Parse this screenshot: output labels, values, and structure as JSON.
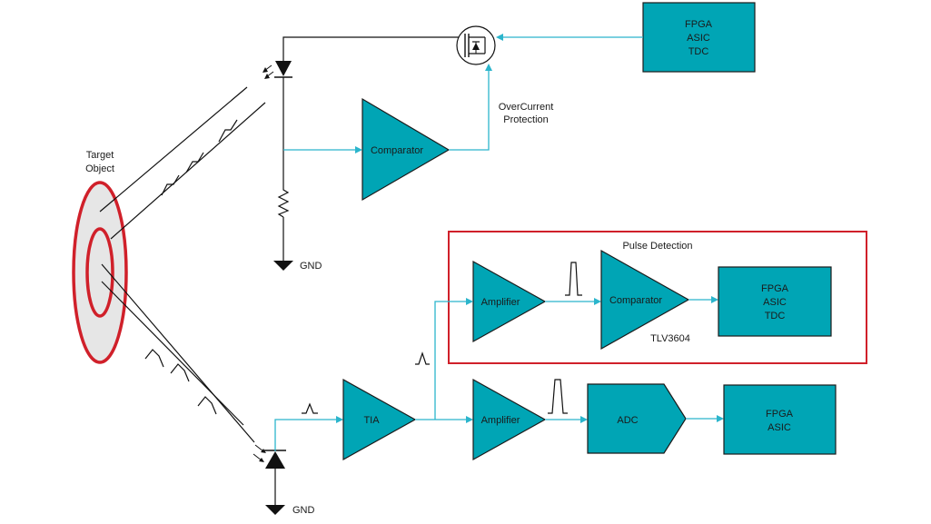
{
  "labels": {
    "target_line1": "Target",
    "target_line2": "Object",
    "overcurrent_line1": "OverCurrent",
    "overcurrent_line2": "Protection",
    "pulse_detection": "Pulse Detection",
    "tlv": "TLV3604",
    "gnd_top": "GND",
    "gnd_bottom": "GND"
  },
  "blocks": {
    "fpga_top": [
      "FPGA",
      "ASIC",
      "TDC"
    ],
    "comparator_top": "Comparator",
    "amplifier_pulse": "Amplifier",
    "comparator_pulse": "Comparator",
    "fpga_pulse": [
      "FPGA",
      "ASIC",
      "TDC"
    ],
    "tia": "TIA",
    "amplifier_bottom": "Amplifier",
    "adc": "ADC",
    "fpga_bottom": [
      "FPGA",
      "ASIC"
    ]
  },
  "colors": {
    "block_fill": "#00a5b5",
    "signal_line": "#2bb5cc",
    "target_ring": "#d0202a",
    "highlight_box": "#d0202a"
  }
}
